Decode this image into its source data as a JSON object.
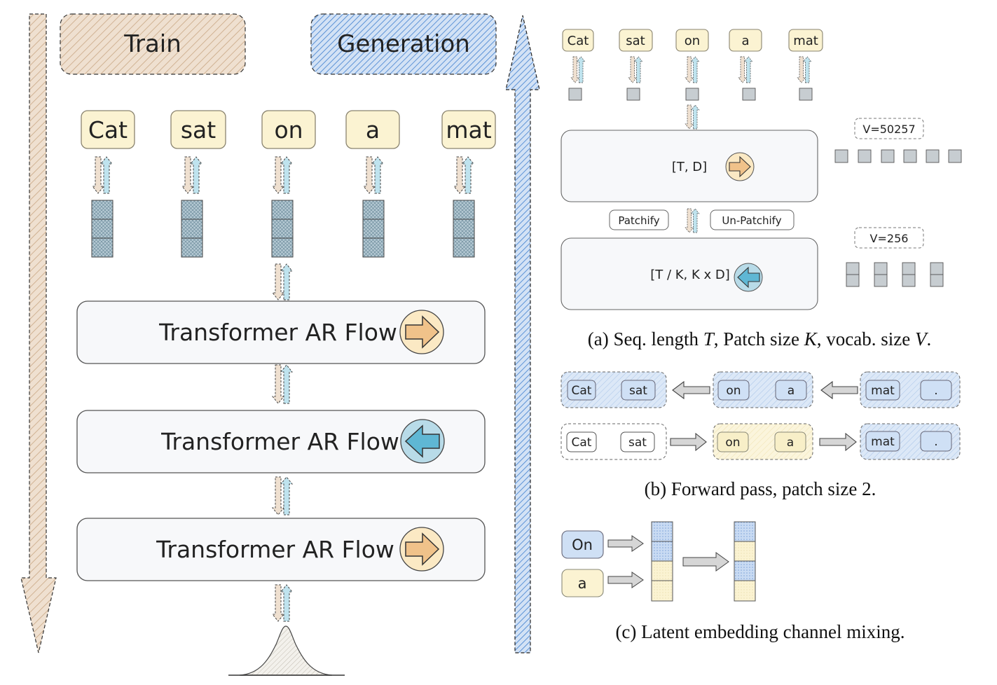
{
  "colors": {
    "train_fill": "#e9d6c4",
    "train_hatch": "#c9a784",
    "gen_fill": "#bcd3f0",
    "gen_hatch": "#3f7fcf",
    "token_fill": "#fbf3d2",
    "token_stroke": "#8a8470",
    "block_fill": "#f7f8fa",
    "block_stroke": "#555555",
    "orange_arrow": "#f0c28a",
    "blue_arrow": "#5fb7d4",
    "cell_fill": "#a9c4cf"
  },
  "left": {
    "train_label": "Train",
    "generation_label": "Generation",
    "tokens": [
      "Cat",
      "sat",
      "on",
      "a",
      "mat"
    ],
    "flows": [
      {
        "label": "Transformer AR Flow",
        "direction": "right"
      },
      {
        "label": "Transformer AR Flow",
        "direction": "left"
      },
      {
        "label": "Transformer AR Flow",
        "direction": "right"
      }
    ],
    "base_distribution_icon": "gaussian-icon"
  },
  "panel_a": {
    "tokens": [
      "Cat",
      "sat",
      "on",
      "a",
      "mat"
    ],
    "block_top_label": "[T, D]",
    "block_bottom_label": "[T / K, K x D]",
    "patchify_label": "Patchify",
    "unpatchify_label": "Un-Patchify",
    "vocab_top": "V=50257",
    "vocab_bottom": "V=256",
    "caption_prefix": "(a) Seq. length ",
    "caption_T": "T",
    "caption_mid1": ", Patch size ",
    "caption_K": "K",
    "caption_mid2": ", vocab. size ",
    "caption_V": "V",
    "caption_end": "."
  },
  "panel_b": {
    "row1": [
      [
        "Cat",
        "sat"
      ],
      [
        "on",
        "a"
      ],
      [
        "mat",
        "."
      ]
    ],
    "row2": [
      [
        "Cat",
        "sat"
      ],
      [
        "on",
        "a"
      ],
      [
        "mat",
        "."
      ]
    ],
    "caption": "(b) Forward pass, patch size 2."
  },
  "panel_c": {
    "tokens": [
      "On",
      "a"
    ],
    "caption": "(c) Latent embedding channel mixing."
  }
}
